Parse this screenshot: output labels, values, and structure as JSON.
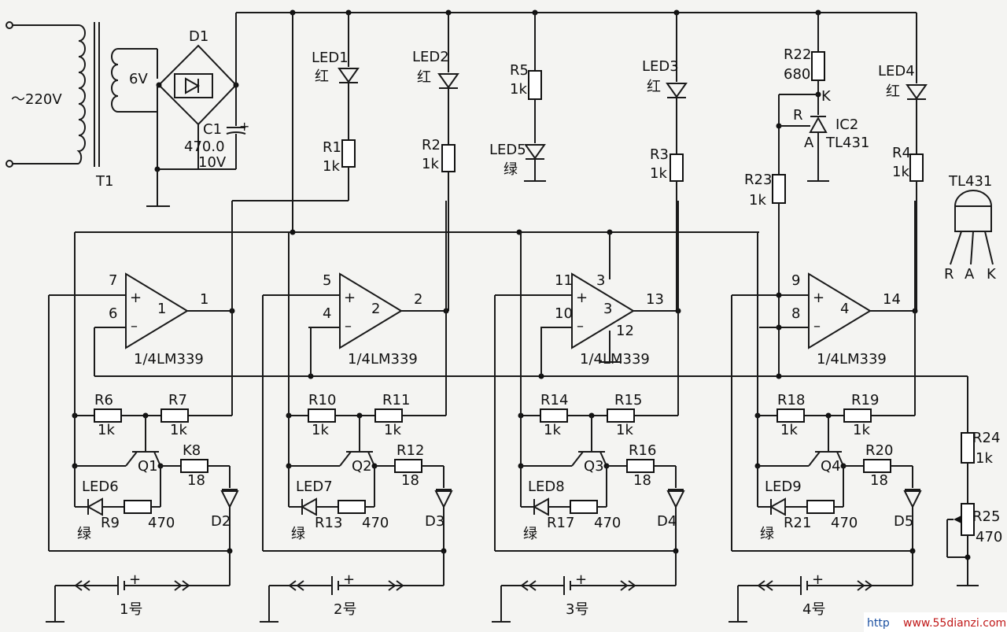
{
  "supply": {
    "mains": "～220V",
    "transformer": "T1",
    "secondary": "6V",
    "bridge": "D1",
    "cap_name": "C1",
    "cap_value": "470.0",
    "cap_voltage": "10V"
  },
  "indicator": {
    "led1": "LED1",
    "led1_color": "红",
    "r1": "R1",
    "r1_val": "1k",
    "led2": "LED2",
    "led2_color": "红",
    "r2": "R2",
    "r2_val": "1k",
    "r5": "R5",
    "r5_val": "1k",
    "led5": "LED5",
    "led5_color": "绿",
    "led3": "LED3",
    "led3_color": "红",
    "r3": "R3",
    "r3_val": "1k",
    "led4": "LED4",
    "led4_color": "红",
    "r4": "R4",
    "r4_val": "1k"
  },
  "reference": {
    "r22": "R22",
    "r22_val": "680",
    "k": "K",
    "r": "R",
    "a": "A",
    "ic_name": "IC2",
    "ic_type": "TL431",
    "r23": "R23",
    "r23_val": "1k",
    "r24": "R24",
    "r24_val": "1k",
    "r25": "R25",
    "r25_val": "470",
    "pinout_title": "TL431",
    "pin_r": "R",
    "pin_a": "A",
    "pin_k": "K"
  },
  "comparators": [
    {
      "plus_pin": "7",
      "minus_pin": "6",
      "num": "1",
      "out_pin": "1",
      "part": "1/4LM339"
    },
    {
      "plus_pin": "5",
      "minus_pin": "4",
      "num": "2",
      "out_pin": "2",
      "part": "1/4LM339"
    },
    {
      "plus_pin": "11",
      "minus_pin": "10",
      "num": "3",
      "out_pin": "13",
      "part": "1/4LM339",
      "vcc_pin": "3",
      "gnd_pin": "12"
    },
    {
      "plus_pin": "9",
      "minus_pin": "8",
      "num": "4",
      "out_pin": "14",
      "part": "1/4LM339"
    }
  ],
  "channels": [
    {
      "ra": "R6",
      "ra_val": "1k",
      "rb": "R7",
      "rb_val": "1k",
      "q": "Q1",
      "rc": "K8",
      "rc_val": "18",
      "led": "LED6",
      "led_color": "绿",
      "rd": "R9",
      "rd_val": "470",
      "d": "D2",
      "bat": "1号"
    },
    {
      "ra": "R10",
      "ra_val": "1k",
      "rb": "R11",
      "rb_val": "1k",
      "q": "Q2",
      "rc": "R12",
      "rc_val": "18",
      "led": "LED7",
      "led_color": "绿",
      "rd": "R13",
      "rd_val": "470",
      "d": "D3",
      "bat": "2号"
    },
    {
      "ra": "R14",
      "ra_val": "1k",
      "rb": "R15",
      "rb_val": "1k",
      "q": "Q3",
      "rc": "R16",
      "rc_val": "18",
      "led": "LED8",
      "led_color": "绿",
      "rd": "R17",
      "rd_val": "470",
      "d": "D4",
      "bat": "3号"
    },
    {
      "ra": "R18",
      "ra_val": "1k",
      "rb": "R19",
      "rb_val": "1k",
      "q": "Q4",
      "rc": "R20",
      "rc_val": "18",
      "led": "LED9",
      "led_color": "绿",
      "rd": "R21",
      "rd_val": "470",
      "d": "D5",
      "bat": "4号"
    }
  ],
  "watermark": "www.55dianzi.com",
  "watermark_prefix": "http"
}
